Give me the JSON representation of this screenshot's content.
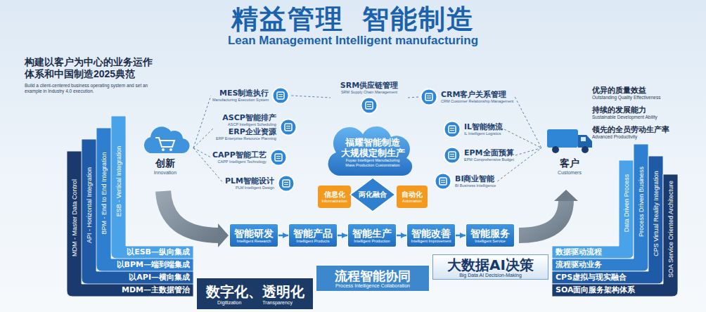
{
  "diagram": {
    "title": "精益管理  智能制造",
    "nodes": [
      {
        "text": [
          "创新",
          "Innovation"
        ]
      },
      {
        "text": [
          "MES制造执行",
          "Manufacturing Execution System"
        ]
      },
      {
        "text": [
          "ASCP智能排产",
          "ASCP Intelligent Scheduling",
          "ERP企业资源",
          "ERP Enterprise Resource Planning"
        ]
      },
      {
        "text": [
          "CAPP智能工艺",
          "CAPP Intelligent Technology"
        ]
      },
      {
        "text": [
          "PLM智能设计",
          "PLM Intelligent Design"
        ]
      },
      {
        "text": [
          "SRM供应链管理",
          "SRM Supply Chain Management"
        ]
      },
      {
        "text": [
          "福耀智能制造",
          "大规模定制生产",
          "Fuyao Intelligent Manufacturing",
          "Mass Production Customization"
        ]
      },
      {
        "text": [
          "CRM客户关系管理",
          "CRM Customer Relationship Management"
        ]
      },
      {
        "text": [
          "IL智能物流",
          "IL Intelligent Logistics"
        ]
      },
      {
        "text": [
          "EPM全面预算",
          "EPM Comprehensive Budget"
        ]
      },
      {
        "text": [
          "BI商业智能",
          "BI Business Intelligence"
        ]
      },
      {
        "text": [
          "客户",
          "Customers"
        ]
      },
      {
        "text": [
          "信息化",
          "Informatization"
        ]
      },
      {
        "text": [
          "两化融合"
        ]
      },
      {
        "text": [
          "自动化",
          "Automation"
        ]
      },
      {
        "text": [
          "智能研发",
          "Intelligent Research"
        ]
      },
      {
        "text": [
          "智能产品",
          "Intelligent Products"
        ]
      },
      {
        "text": [
          "智能生产",
          "Intelligent Production"
        ]
      },
      {
        "text": [
          "智能改善",
          "Intelligent Improvement"
        ]
      },
      {
        "text": [
          "智能服务",
          "Intelligent Service"
        ]
      },
      {
        "text": [
          "MDM - Master Data Control",
          "MDM—主数据管治"
        ]
      },
      {
        "text": [
          "API - Horizontal Integration",
          "以API—横向集成"
        ]
      },
      {
        "text": [
          "BPM - End to End Integration",
          "以BPM—端到端集成"
        ]
      },
      {
        "text": [
          "ESB - Vertical Integration",
          "以ESB—纵向集成"
        ]
      },
      {
        "text": [
          "数字化、透明化",
          "Digitization",
          "Transparency"
        ]
      },
      {
        "text": [
          "流程智能协同",
          "Process Intelligence Collaboration"
        ]
      },
      {
        "text": [
          "大数据AI决策",
          "Big Data AI Decision-Making"
        ]
      },
      {
        "text": [
          "Data Driven Process",
          "数据驱动流程"
        ]
      },
      {
        "text": [
          "Process Driven Business",
          "流程驱动业务"
        ]
      },
      {
        "text": [
          "CPS Virtual Reality Integration",
          "CPS虚拟与现实融合"
        ]
      },
      {
        "text": [
          "SOA Service Oriented Architecture",
          "SOA面向服务架构体系"
        ]
      }
    ],
    "edges": [
      {
        "from": 15,
        "to": 16,
        "arrow": "to"
      },
      {
        "from": 16,
        "to": 17,
        "arrow": "to"
      },
      {
        "from": 17,
        "to": 18,
        "arrow": "to"
      },
      {
        "from": 18,
        "to": 19,
        "arrow": "to"
      },
      {
        "from": 0,
        "to": 1,
        "arrow": "none"
      },
      {
        "from": 0,
        "to": 2,
        "arrow": "none"
      },
      {
        "from": 0,
        "to": 3,
        "arrow": "none"
      },
      {
        "from": 0,
        "to": 4,
        "arrow": "none"
      },
      {
        "from": 1,
        "to": 5,
        "arrow": "none"
      },
      {
        "from": 5,
        "to": 7,
        "arrow": "none"
      },
      {
        "from": 7,
        "to": 11,
        "arrow": "none"
      },
      {
        "from": 8,
        "to": 11,
        "arrow": "none"
      },
      {
        "from": 9,
        "to": 11,
        "arrow": "none"
      },
      {
        "from": 10,
        "to": 11,
        "arrow": "none"
      }
    ],
    "labels": [
      "Lean Management Intelligent manufacturing",
      "构建以客户为中心的业务运作体系和中国制造2025典范",
      "Build a client-centered business operating system and set an example in Industry 4.0 execution.",
      "优异的质量效益",
      "Outstanding Quality Effectiveness",
      "持续的发展能力",
      "Sustainable Development Ability",
      "领先的全员劳动生产率",
      "Advanced Productivity"
    ]
  }
}
